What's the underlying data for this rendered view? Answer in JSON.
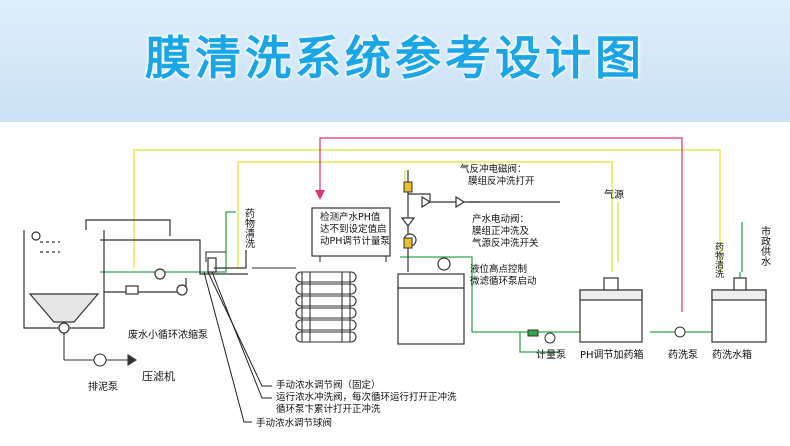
{
  "title": "膜清洗系统参考设计图",
  "labels": {
    "gas_backwash_valve_1": "气反冲电磁阀：",
    "gas_backwash_valve_2": "膜组反冲洗打开",
    "gas_source": "气源",
    "product_valve_1": "产水电动阀：",
    "product_valve_2": "膜组正冲洗及",
    "product_valve_3": "气源反冲洗开关",
    "ph_check_1": "检测产水PH值",
    "ph_check_2": "达不到设定值启",
    "ph_check_3": "动PH调节计量泵",
    "level_ctrl_1": "液位高点控制",
    "level_ctrl_2": "微滤循环泵启动",
    "chem_wash": "药物清洗",
    "chem_wash2": "药物清洗",
    "municipal_water": "市政供水",
    "waste_pump": "废水小循环浓缩泵",
    "filter_press": "压滤机",
    "sludge_pump": "排泥泵",
    "metering_pump": "计量泵",
    "ph_tank": "PH调节加药箱",
    "wash_pump": "药洗泵",
    "wash_tank": "药洗水箱",
    "note_1": "手动浓水调节阀（固定）",
    "note_2a": "运行浓水冲洗阀，每次循环运行打开正冲洗",
    "note_2b": "循环泵卞累计打开正冲洗",
    "note_3": "手动浓水调节球阀"
  }
}
